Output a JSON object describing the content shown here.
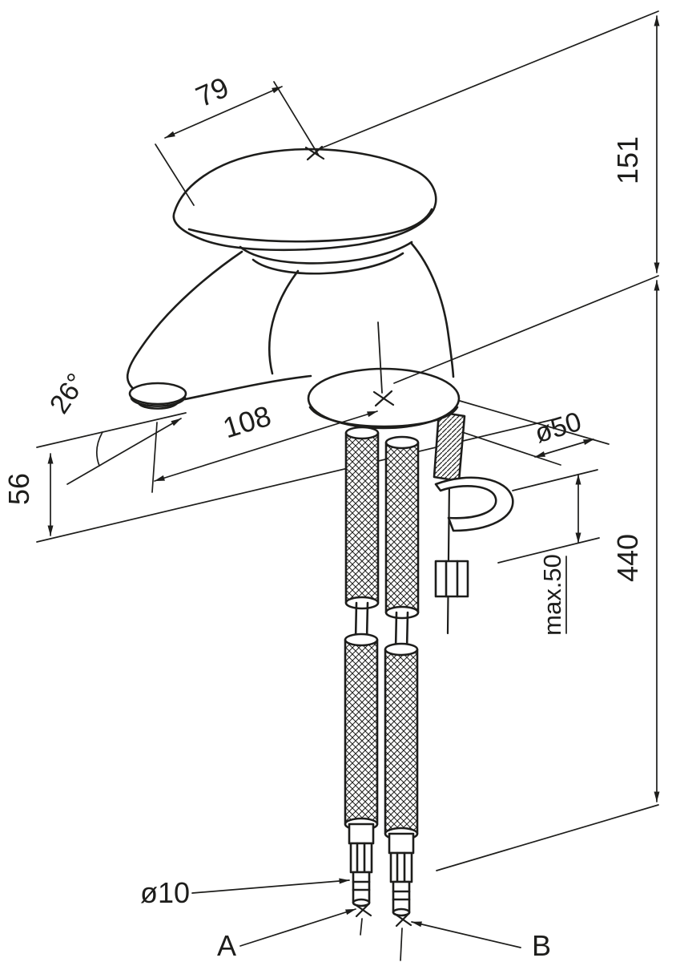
{
  "page": {
    "background": "#ffffff",
    "line_color": "#1d1d1b"
  },
  "drawing": {
    "kind": "technical dimension drawing",
    "subject": "single-lever basin mixer tap with flexible connection hoses",
    "labels": {
      "dim_79": "79",
      "dim_151": "151",
      "dim_440": "440",
      "dim_26deg": "26°",
      "dim_108": "108",
      "dim_56": "56",
      "dim_dia50": "ø50",
      "dim_max50": "max.50",
      "dim_dia10": "ø10",
      "label_a": "A",
      "label_b": "B"
    }
  }
}
